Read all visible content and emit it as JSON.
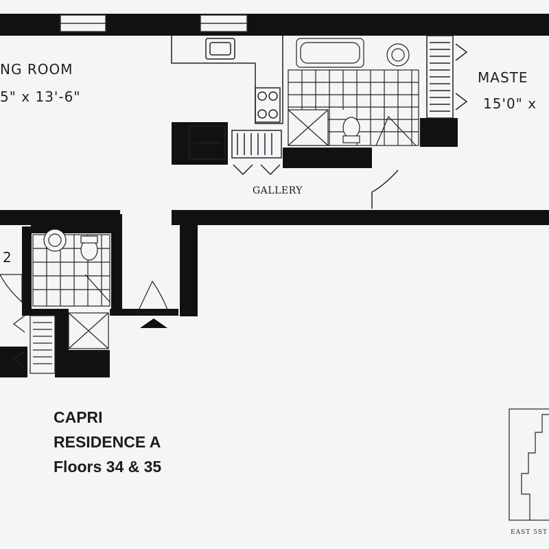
{
  "rooms": {
    "living_room_name": "NG ROOM",
    "living_room_dims": "5\" x 13'-6\"",
    "master_name": "MASTE",
    "master_dims": "15'0\" x",
    "bedroom2_number": "2",
    "gallery": "GALLERY"
  },
  "title": {
    "building": "CAPRI",
    "residence": "RESIDENCE A",
    "floors": "Floors 34 & 35"
  },
  "keyplan": {
    "street": "EAST 5ST"
  }
}
